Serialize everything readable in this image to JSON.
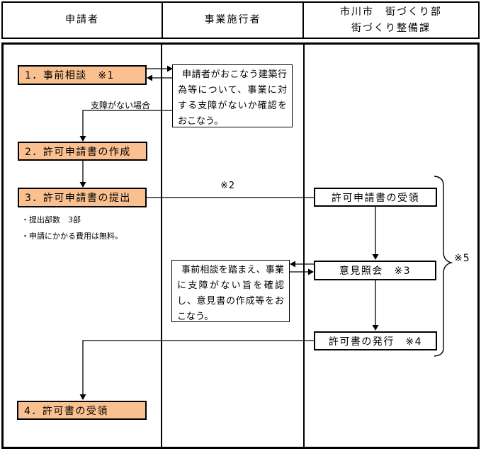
{
  "header": {
    "col1": "申請者",
    "col2": "事業施行者",
    "col3_line1": "市川市　街づくり部",
    "col3_line2": "街づくり整備課"
  },
  "applicant": {
    "step1": "1．事前相談　※1",
    "step2": "2．許可申請書の作成",
    "step3": "3．許可申請書の提出",
    "step3_notes": [
      "・提出部数　3部",
      "・申請にかかる費用は無料。"
    ],
    "step4": "4．許可書の受領"
  },
  "implementer": {
    "note1": "申請者がおこなう建築行為等について、事業に対する支障がないか確認をおこなう。",
    "note2": "事前相談を踏まえ、事業に支障がない旨を確認し、意見書の作成等をおこなう。"
  },
  "city": {
    "receive": "許可申請書の受領",
    "consult": "意見照会　※3",
    "issue": "許可書の発行　※4"
  },
  "labels": {
    "no_obstacle": "支障がない場合",
    "ref2": "※2",
    "ref5": "※5"
  },
  "colors": {
    "step_fill": "#FAC090",
    "line": "#000000"
  }
}
